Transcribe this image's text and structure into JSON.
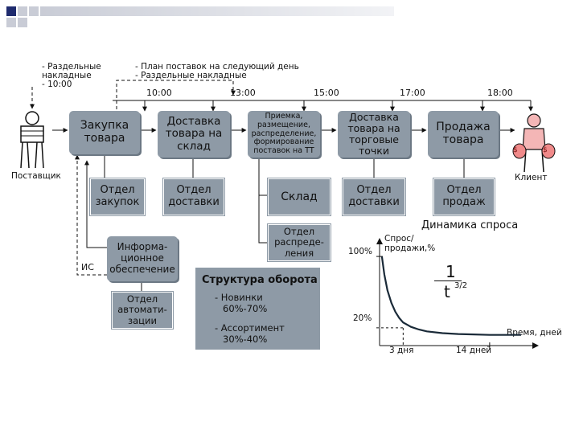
{
  "supplier": {
    "notes": "- Раздельные\n  накладные\n- 10:00",
    "label": "Поставщик"
  },
  "top_notes": "- План поставок на следующий день\n- Раздельные накладные",
  "times": [
    "10:00",
    "13:00",
    "15:00",
    "17:00",
    "18:00"
  ],
  "processes": {
    "purchase": "Закупка\nтовара",
    "delivery_warehouse": "Доставка\nтовара на\nсклад",
    "receiving": "Приемка,\nразмещение,\nраспределение,\nформирование\nпоставок на ТТ",
    "delivery_points": "Доставка\nтовара на\nторговые\nточки",
    "sales": "Продажа\nтовара"
  },
  "client_label": "Клиент",
  "money_symbol": "$",
  "departments": {
    "purchase": "Отдел\nзакупок",
    "delivery1": "Отдел\nдоставки",
    "warehouse": "Склад",
    "delivery2": "Отдел\nдоставки",
    "sales": "Отдел\nпродаж",
    "distribution": "Отдел\nраспреде-\nления",
    "information": "Информа-\nционное\nобеспечение",
    "automation": "Отдел\nавтомати-\nзации"
  },
  "is_label": "ИС",
  "turnover": {
    "title": "Структура оборота",
    "line1": "- Новинки",
    "line2": "60%-70%",
    "line3": "- Ассортимент",
    "line4": "30%-40%"
  },
  "chart_data": {
    "type": "line",
    "title": "Динамика спроса",
    "ylabel": "Спрос/\nпродажи,%",
    "xlabel": "Время, дней",
    "y_ticks": [
      "100%",
      "20%"
    ],
    "x_ticks": [
      "3 дня",
      "14 дней"
    ],
    "formula_num": "1",
    "formula_den": "t",
    "formula_exp": "3/2",
    "x": [
      0.3,
      0.6,
      1,
      1.5,
      2,
      2.5,
      3,
      4,
      5,
      6,
      8,
      10,
      12,
      14,
      16,
      18
    ],
    "y": [
      100,
      80,
      62,
      48,
      38,
      31,
      26,
      21,
      18,
      16,
      14,
      13,
      12.5,
      12,
      12,
      12
    ]
  },
  "colors": {
    "box": "#8e9aa6",
    "dark_text": "#111111",
    "curve": "#1a2a38",
    "corner_navy": "#1f2b6e",
    "corner_gray": "#c9ccd6"
  }
}
